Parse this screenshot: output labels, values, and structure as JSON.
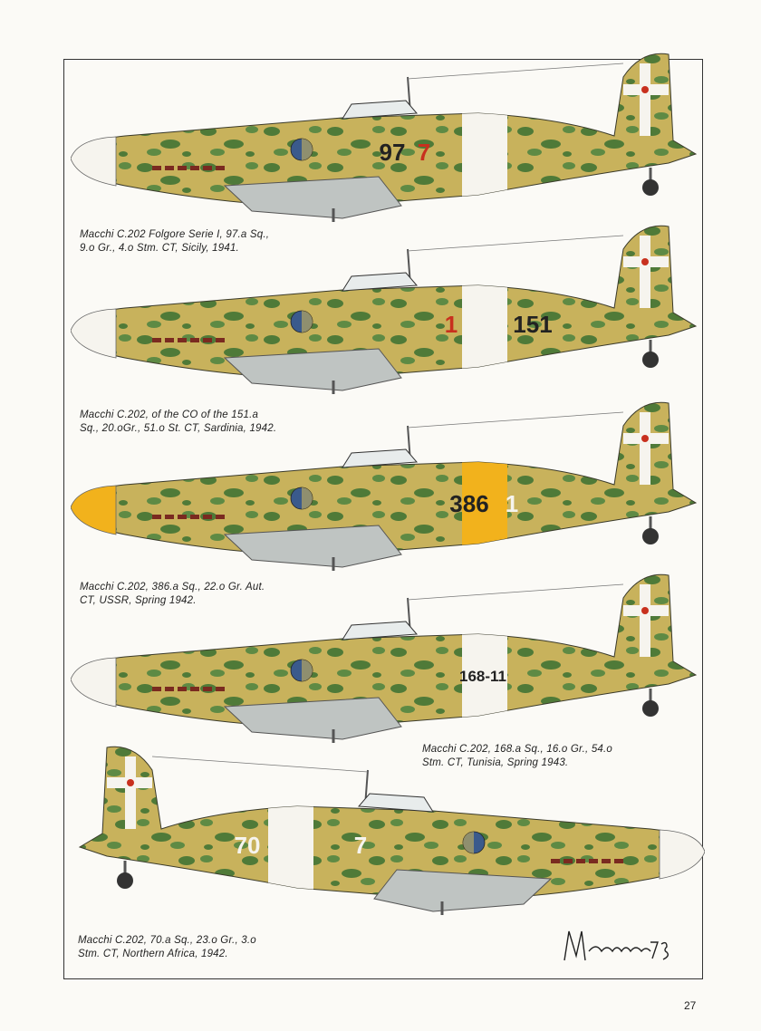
{
  "page": {
    "page_number": "27",
    "signature": "Mazzarchi 73"
  },
  "colors": {
    "camo_base": "#c8b25c",
    "camo_green": "#4f7a38",
    "band_white": "#f6f4ee",
    "band_yellow": "#f2b21c",
    "roundel_blue": "#3a5a8c",
    "marking_red": "#c8301e"
  },
  "profiles": [
    {
      "caption_line1": "Macchi C.202 Folgore Serie I, 97.a Sq.,",
      "caption_line2": "9.o Gr., 4.o Stm. CT, Sicily, 1941.",
      "marking_main": "97",
      "marking_secondary": "7",
      "nose": "white",
      "band": "white"
    },
    {
      "caption_line1": "Macchi C.202, of the CO of the 151.a",
      "caption_line2": "Sq., 20.oGr., 51.o St. CT, Sardinia, 1942.",
      "marking_main": "151",
      "marking_secondary": "1",
      "nose": "white",
      "band": "white"
    },
    {
      "caption_line1": "Macchi C.202, 386.a Sq., 22.o Gr. Aut.",
      "caption_line2": "CT, USSR, Spring 1942.",
      "marking_main": "386",
      "marking_secondary": "1",
      "nose": "yellow",
      "band": "yellow"
    },
    {
      "caption_line1": "Macchi C.202, 168.a Sq., 16.o Gr., 54.o",
      "caption_line2": "Stm. CT, Tunisia, Spring 1943.",
      "marking_main": "168-11",
      "marking_secondary": "",
      "nose": "white",
      "band": "white"
    },
    {
      "caption_line1": "Macchi C.202, 70.a Sq., 23.o Gr., 3.o",
      "caption_line2": "Stm. CT, Northern Africa, 1942.",
      "marking_main": "7",
      "marking_secondary": "70",
      "nose": "white",
      "band": "white"
    }
  ]
}
